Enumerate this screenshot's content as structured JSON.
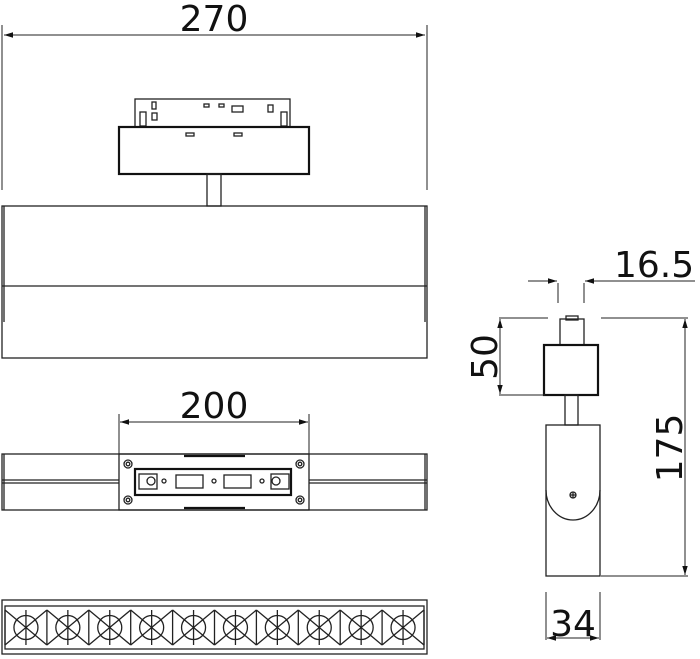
{
  "dimensions": {
    "overall_length": "270",
    "adapter_spacing": "200",
    "connector_width": "16.5",
    "adapter_height": "50",
    "total_height": "175",
    "body_width": "34"
  },
  "led_cell_count": 10,
  "colors": {
    "line": "#222222",
    "background": "#ffffff"
  }
}
